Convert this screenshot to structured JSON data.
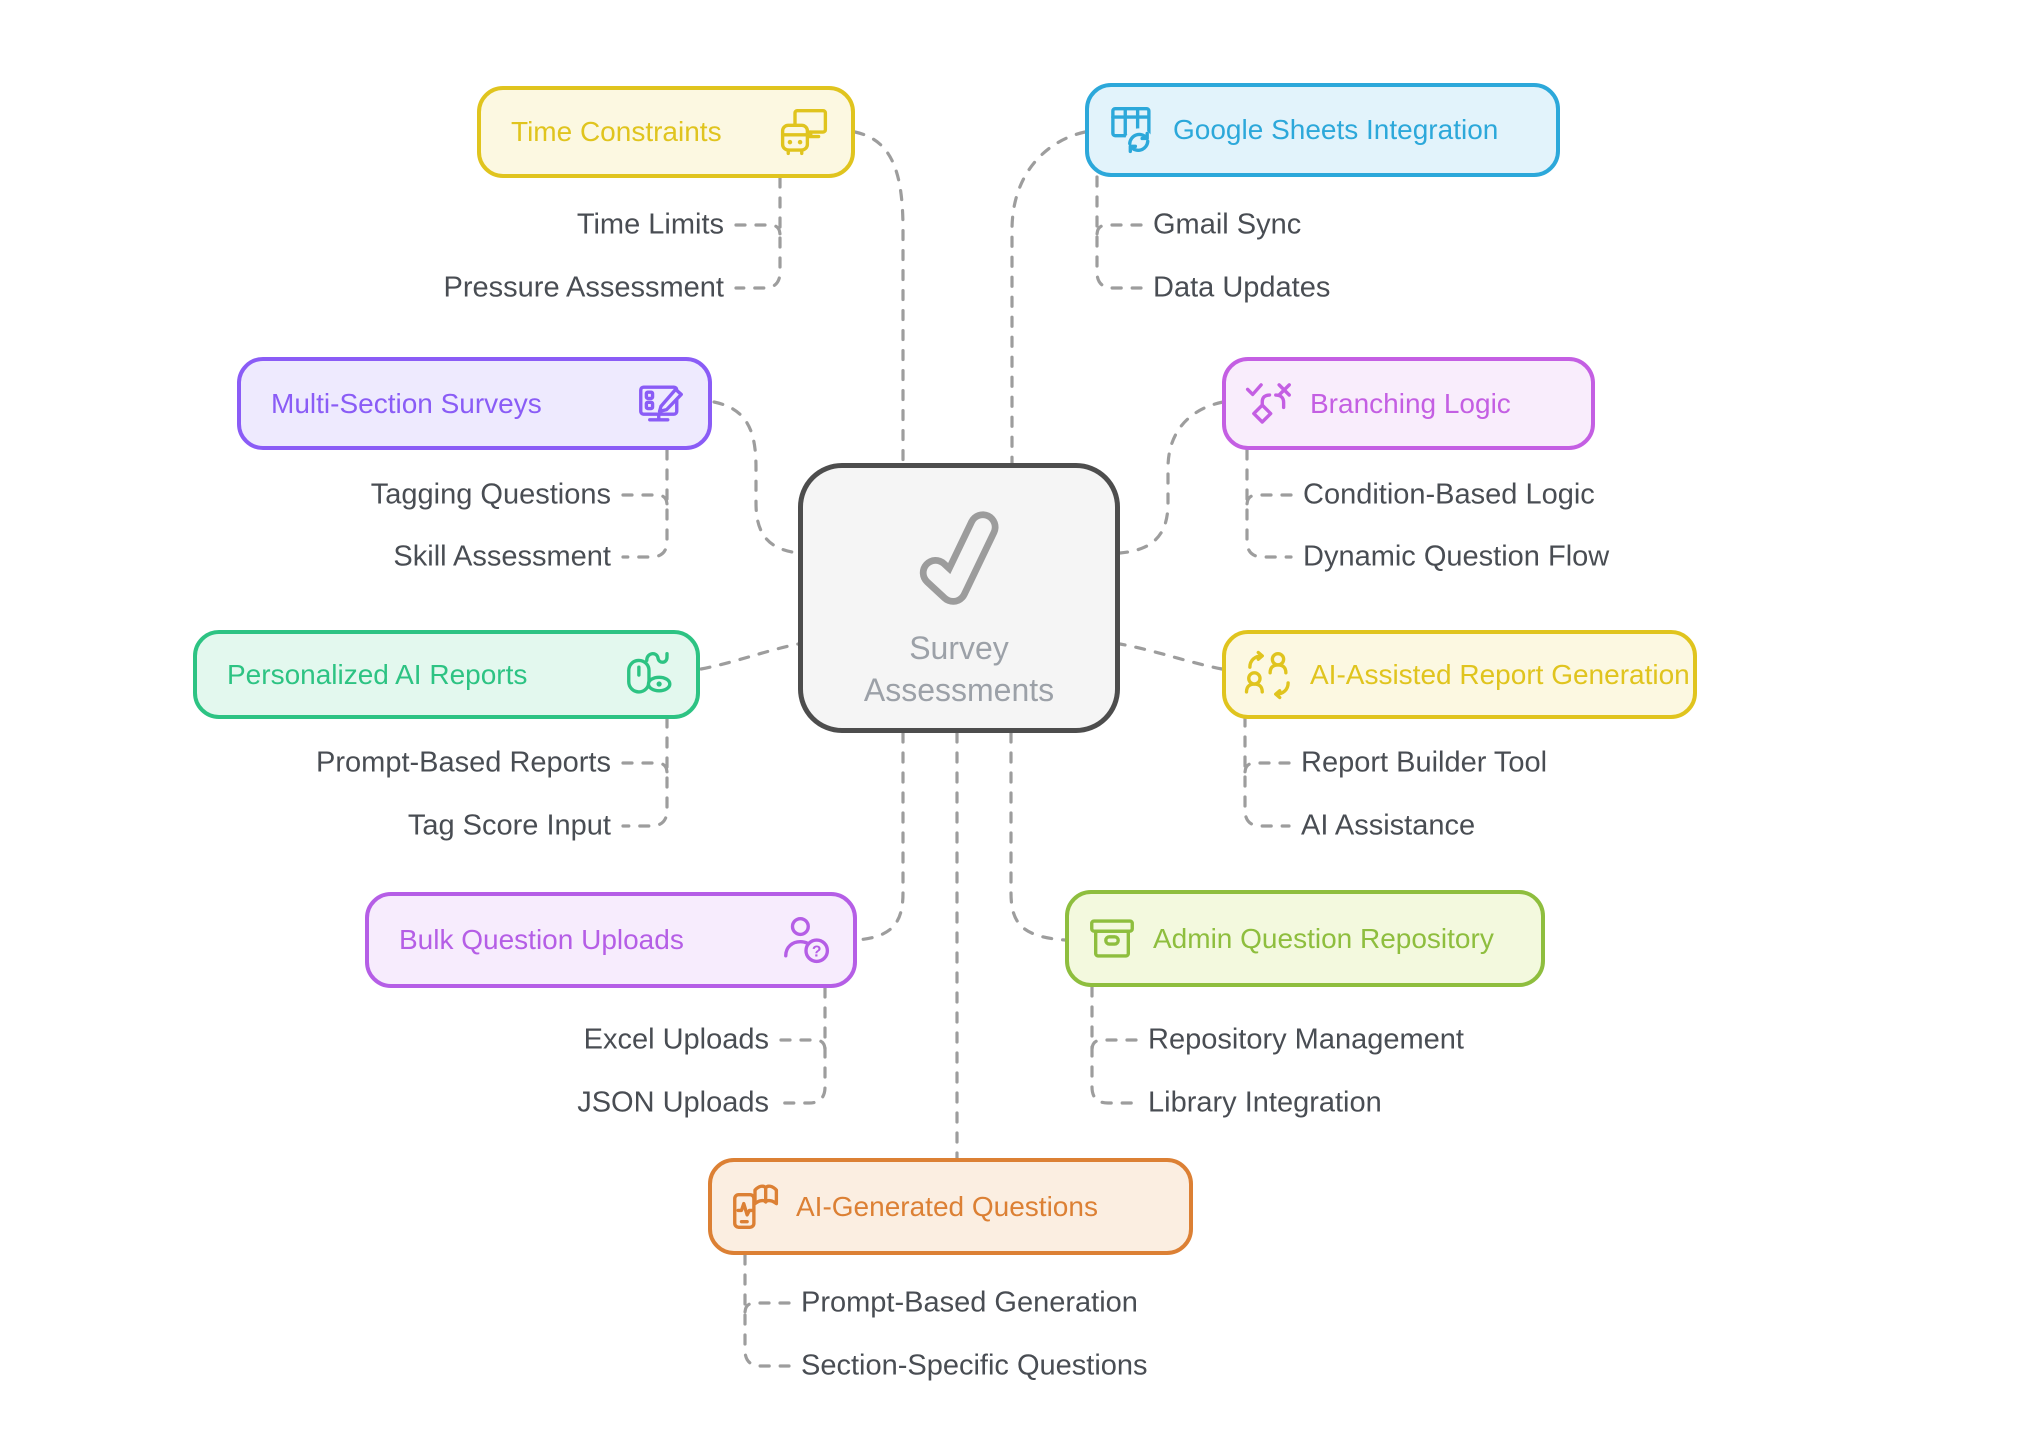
{
  "diagram": {
    "type": "mind-map",
    "background": "#ffffff",
    "connector_color": "#9D9D9D",
    "child_text_color": "#494D53"
  },
  "center": {
    "title_line1": "Survey",
    "title_line2": "Assessments",
    "icon": "check-icon",
    "border_color": "#4D4D4D",
    "fill_color": "#F5F5F5",
    "text_color": "#9CA1A8"
  },
  "branches": [
    {
      "id": "time-constraints",
      "label": "Time Constraints",
      "icon": "monitor-bus-icon",
      "side": "left",
      "color": "#E0C41E",
      "fill": "#FCF8E1",
      "children": [
        "Time Limits",
        "Pressure Assessment"
      ]
    },
    {
      "id": "google-sheets-integration",
      "label": "Google Sheets Integration",
      "icon": "spreadsheet-sync-icon",
      "side": "right",
      "color": "#2CA8DA",
      "fill": "#E2F3FB",
      "children": [
        "Gmail Sync",
        "Data Updates"
      ]
    },
    {
      "id": "multi-section-surveys",
      "label": "Multi-Section Surveys",
      "icon": "monitor-edit-icon",
      "side": "left",
      "color": "#8A5CF6",
      "fill": "#EEEAFE",
      "children": [
        "Tagging Questions",
        "Skill Assessment"
      ]
    },
    {
      "id": "branching-logic",
      "label": "Branching Logic",
      "icon": "decision-branch-icon",
      "side": "right",
      "color": "#C45FE3",
      "fill": "#F9EDFC",
      "children": [
        "Condition-Based Logic",
        "Dynamic Question Flow"
      ]
    },
    {
      "id": "personalized-ai-reports",
      "label": "Personalized AI Reports",
      "icon": "mouse-eye-icon",
      "side": "left",
      "color": "#2DC383",
      "fill": "#E3F8EE",
      "children": [
        "Prompt-Based Reports",
        "Tag Score Input"
      ]
    },
    {
      "id": "ai-assisted-report-generation",
      "label": "AI-Assisted Report Generation",
      "icon": "people-swap-icon",
      "side": "right",
      "color": "#E0C41E",
      "fill": "#FCF8E1",
      "children": [
        "Report Builder Tool",
        "AI Assistance"
      ]
    },
    {
      "id": "bulk-question-uploads",
      "label": "Bulk Question Uploads",
      "icon": "person-question-icon",
      "side": "left",
      "color": "#B55EE6",
      "fill": "#F7ECFD",
      "children": [
        "Excel Uploads",
        "JSON Uploads"
      ]
    },
    {
      "id": "admin-question-repository",
      "label": "Admin Question Repository",
      "icon": "archive-box-icon",
      "side": "right",
      "color": "#8EBE3E",
      "fill": "#F3F9DE",
      "children": [
        "Repository Management",
        "Library Integration"
      ]
    },
    {
      "id": "ai-generated-questions",
      "label": "AI-Generated Questions",
      "icon": "phone-book-icon",
      "side": "right",
      "color": "#DC8034",
      "fill": "#FBEEE1",
      "children": [
        "Prompt-Based Generation",
        "Section-Specific Questions"
      ]
    }
  ]
}
